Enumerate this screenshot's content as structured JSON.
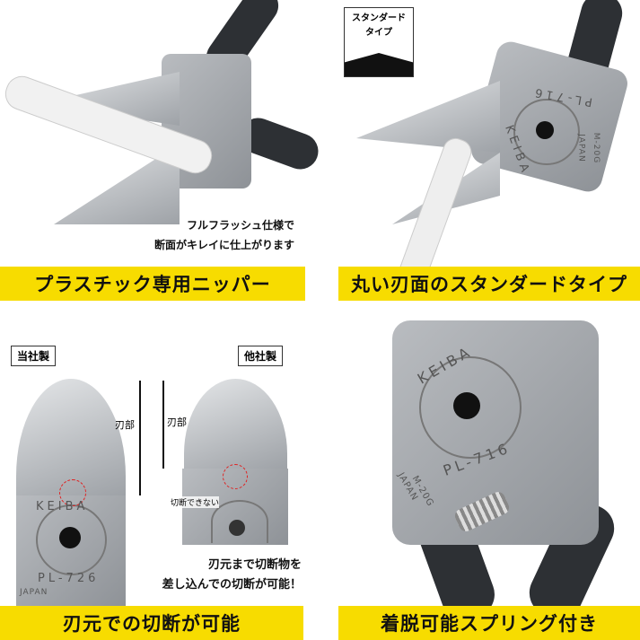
{
  "panels": [
    {
      "caption_lines": [
        "フルフラッシュ仕様で",
        "断面がキレイに仕上がります"
      ],
      "banner": "プラスチック専用ニッパー"
    },
    {
      "badge_lines": [
        "スタンダード",
        "タイプ"
      ],
      "engraving": {
        "brand": "KEIBA",
        "model": "PL-716",
        "origin": "JAPAN",
        "code": "M-20G"
      },
      "banner": "丸い刃面のスタンダードタイプ"
    },
    {
      "label_ours": "当社製",
      "label_other": "他社製",
      "blade_label": "刃部",
      "cannot_cut": "切断できない",
      "caption_lines": [
        "刃元まで切断物を",
        "差し込んでの切断が可能！"
      ],
      "engraving": {
        "brand": "KEIBA",
        "model": "PL-726",
        "origin": "JAPAN"
      },
      "banner": "刃元での切断が可能"
    },
    {
      "engraving": {
        "brand": "KEIBA",
        "model": "PL-716",
        "origin": "JAPAN",
        "code": "M-20G"
      },
      "banner": "着脱可能スプリング付き"
    }
  ],
  "colors": {
    "banner": "#f7dc00",
    "accent_red": "#e02020"
  }
}
